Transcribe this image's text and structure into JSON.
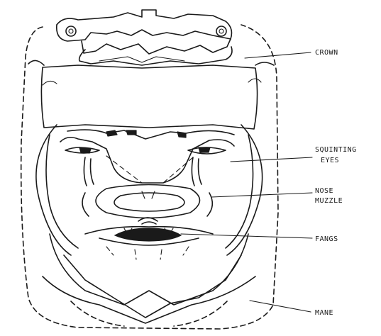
{
  "labels": {
    "crown": "CROWN",
    "eyes_line1": "SQUINTING",
    "eyes_line2": "EYES",
    "nose_line1": "NOSE",
    "nose_line2": "MUZZLE",
    "fangs": "FANGS",
    "mane": "MANE"
  },
  "colors": {
    "ink": "#1a1a1a",
    "background": "#ffffff"
  }
}
